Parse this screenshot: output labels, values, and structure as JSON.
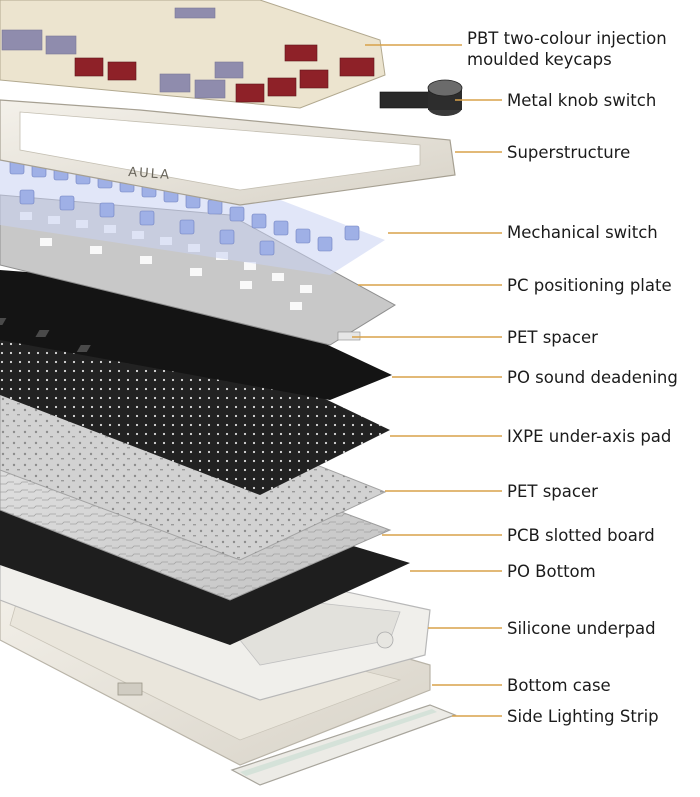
{
  "brand_logo_text": "AULA",
  "accent_color": "#d8a24a",
  "keycap_colors": {
    "cream": "#ece4cf",
    "purple": "#8f8cad",
    "red": "#8e2128"
  },
  "switch_color": "#9fb0e6",
  "components": [
    {
      "lines": [
        "PBT two-colour injection",
        "moulded keycaps"
      ]
    },
    {
      "lines": [
        "Metal knob switch"
      ]
    },
    {
      "lines": [
        "Superstructure"
      ]
    },
    {
      "lines": [
        "Mechanical switch"
      ]
    },
    {
      "lines": [
        "PC positioning plate"
      ]
    },
    {
      "lines": [
        "PET spacer"
      ]
    },
    {
      "lines": [
        "PO sound deadening"
      ]
    },
    {
      "lines": [
        "IXPE under-axis pad"
      ]
    },
    {
      "lines": [
        "PET spacer"
      ]
    },
    {
      "lines": [
        "PCB slotted board"
      ]
    },
    {
      "lines": [
        "PO Bottom"
      ]
    },
    {
      "lines": [
        "Silicone underpad"
      ]
    },
    {
      "lines": [
        "Bottom case"
      ]
    },
    {
      "lines": [
        "Side Lighting Strip"
      ]
    }
  ]
}
